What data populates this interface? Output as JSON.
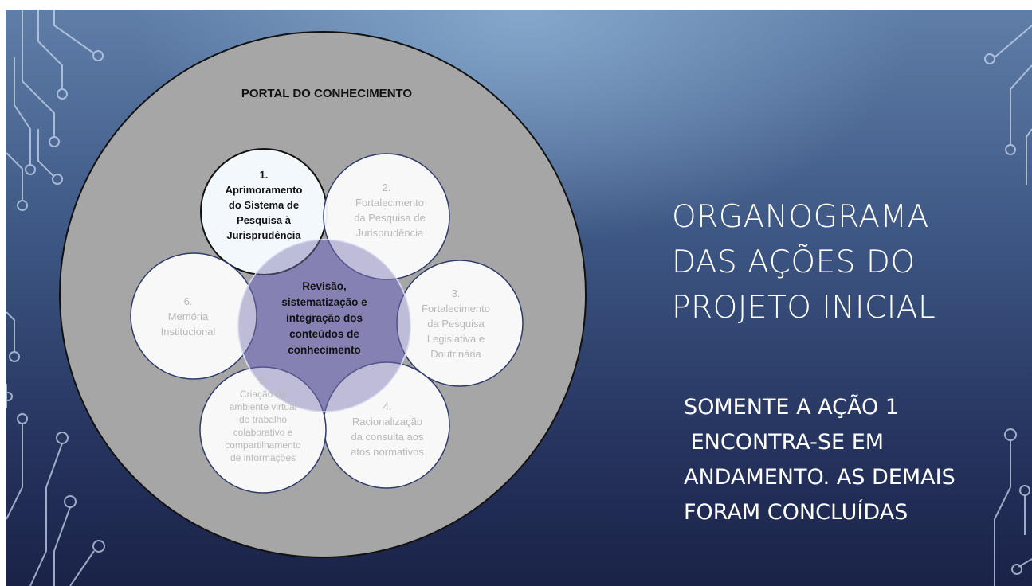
{
  "diagram": {
    "outer_label": "PORTAL DO CONHECIMENTO",
    "center": [
      "Revisão,",
      "sistematização e",
      "integração dos",
      "conteúdos de",
      "conhecimento"
    ],
    "actions": [
      {
        "lines": [
          "1.",
          "Aprimoramento",
          "do Sistema de",
          "Pesquisa à",
          "Jurisprudência"
        ],
        "status": "em andamento"
      },
      {
        "lines": [
          "2.",
          "Fortalecimento",
          "da Pesquisa de",
          "Jurisprudência"
        ],
        "status": "concluída"
      },
      {
        "lines": [
          "3.",
          "Fortalecimento",
          "da Pesquisa",
          "Legislativa e",
          "Doutrinária"
        ],
        "status": "concluída"
      },
      {
        "lines": [
          "4.",
          "Racionalização",
          "da consulta aos",
          "atos normativos"
        ],
        "status": "concluída"
      },
      {
        "lines": [
          "5.",
          "Criação de",
          "ambiente virtual",
          "de trabalho",
          "colaborativo e",
          "compartilhamento",
          "de informações"
        ],
        "status": "concluída"
      },
      {
        "lines": [
          "6.",
          "Memória",
          "Institucional"
        ],
        "status": "concluída"
      }
    ]
  },
  "title": [
    "ORGANOGRAMA",
    "DAS AÇÕES DO",
    "PROJETO INICIAL"
  ],
  "note": [
    "SOMENTE A AÇÃO 1",
    " ENCONTRA-SE EM",
    "ANDAMENTO. AS DEMAIS",
    "FORAM CONCLUÍDAS"
  ],
  "colors": {
    "outer_fill": "#a6a6a6",
    "center_fill": "#8e8ab8",
    "active_fill": "#f2f8fb",
    "done_fill": "#ffffff",
    "active_text": "#111111",
    "done_text": "#b8b8b8",
    "circle_border": "#2e3a6b"
  }
}
